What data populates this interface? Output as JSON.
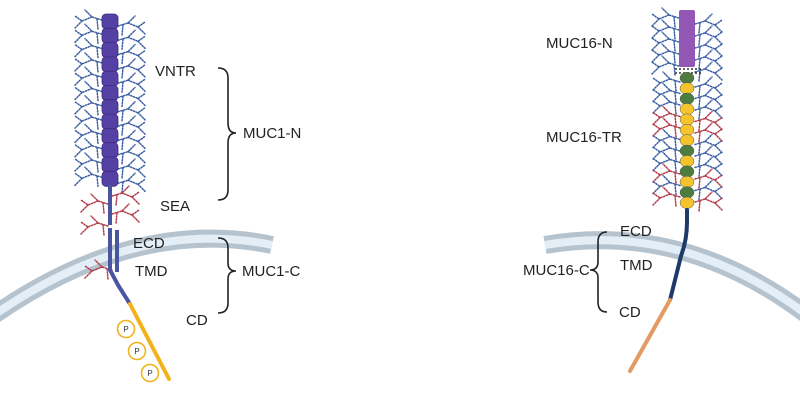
{
  "labels": {
    "vntr": "VNTR",
    "muc1_n": "MUC1-N",
    "sea": "SEA",
    "ecd_left": "ECD",
    "tmd_left": "TMD",
    "muc1_c": "MUC1-C",
    "cd_left": "CD",
    "muc16_n": "MUC16-N",
    "muc16_tr": "MUC16-TR",
    "ecd_right": "ECD",
    "muc16_c": "MUC16-C",
    "tmd_right": "TMD",
    "cd_right": "CD",
    "phospho": "P"
  },
  "colors": {
    "membrane_outer": "#b5c3cf",
    "membrane_inner": "#e3eef7",
    "muc1_vntr": "#5541a3",
    "muc1_stalk": "#4a55a2",
    "muc1_cd": "#f2b21b",
    "muc16_n": "#9358b5",
    "muc16_yellow": "#f5c42c",
    "muc16_green": "#4d7d3e",
    "muc16_stalk": "#1e3a6b",
    "muc16_cd": "#e49a62",
    "glycan_blue": "#3b5fa3",
    "glycan_red": "#b23a48",
    "bracket": "#222222"
  }
}
